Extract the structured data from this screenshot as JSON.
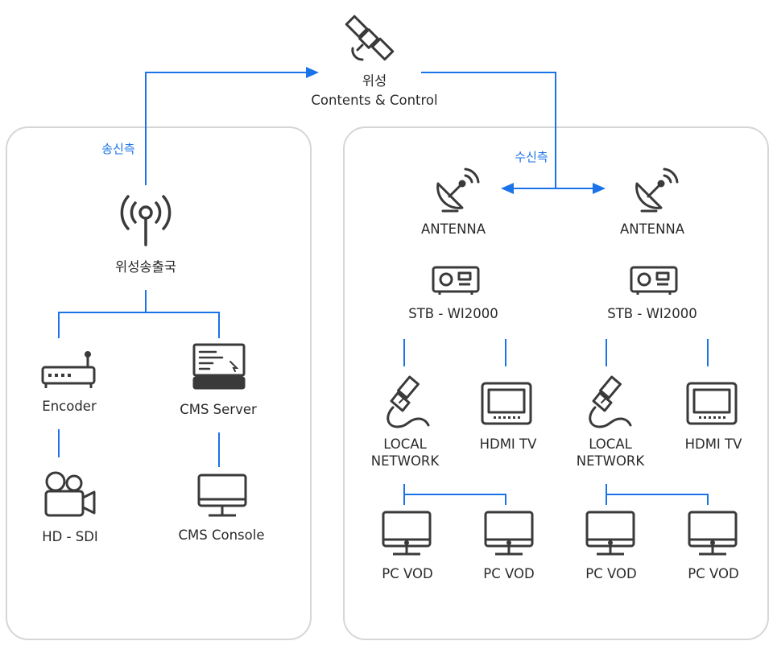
{
  "satellite": {
    "line1": "위성",
    "line2": "Contents & Control"
  },
  "sender": {
    "side_label": "송신측",
    "station": "위성송출국",
    "encoder": "Encoder",
    "cms_server": "CMS Server",
    "hd_sdi": "HD - SDI",
    "cms_console": "CMS Console"
  },
  "receiver": {
    "side_label": "수신측",
    "units": [
      {
        "antenna": "ANTENNA",
        "stb": "STB - WI2000",
        "local_network": "LOCAL\nNETWORK",
        "hdmi_tv": "HDMI TV",
        "pc_vod_1": "PC VOD",
        "pc_vod_2": "PC VOD"
      },
      {
        "antenna": "ANTENNA",
        "stb": "STB - WI2000",
        "local_network": "LOCAL\nNETWORK",
        "hdmi_tv": "HDMI TV",
        "pc_vod_1": "PC VOD",
        "pc_vod_2": "PC VOD"
      }
    ]
  },
  "colors": {
    "connector": "#1a73e8",
    "icon": "#3a3a3a",
    "panel_border": "#d6d6d6"
  }
}
